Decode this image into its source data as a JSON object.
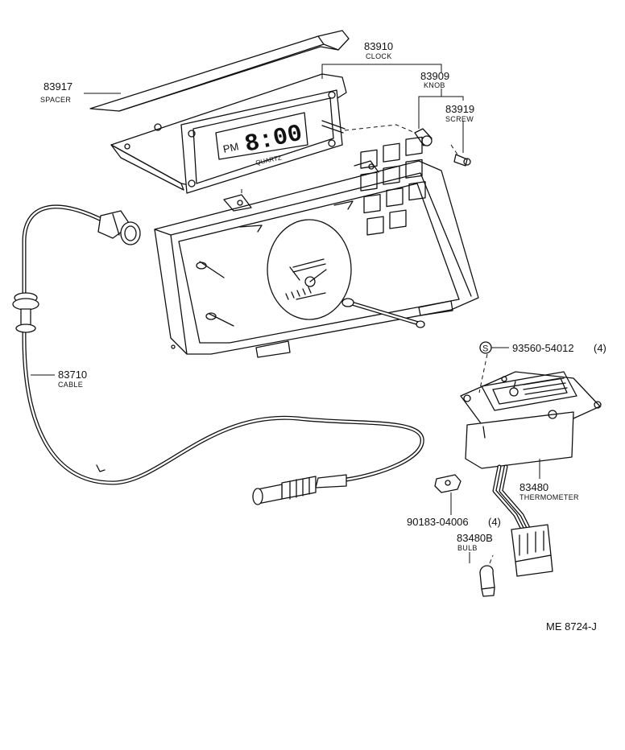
{
  "parts": [
    {
      "number": "83910",
      "name": "CLOCK"
    },
    {
      "number": "83917",
      "name": "SPACER"
    },
    {
      "number": "83909",
      "name": "KNOB"
    },
    {
      "number": "83919",
      "name": "SCREW"
    },
    {
      "number": "83710",
      "name": "CABLE"
    },
    {
      "number": "93560-54012",
      "qty": "(4)"
    },
    {
      "number": "83480",
      "name": "THERMOMETER"
    },
    {
      "number": "90183-04006",
      "qty": "(4)"
    },
    {
      "number": "83480B",
      "name": "BULB"
    }
  ],
  "screw_symbol": "S",
  "clock_display": "8:00",
  "clock_prefix": "PM",
  "clock_brand": "QUARTZ",
  "diagram_code": "ME 8724-J"
}
